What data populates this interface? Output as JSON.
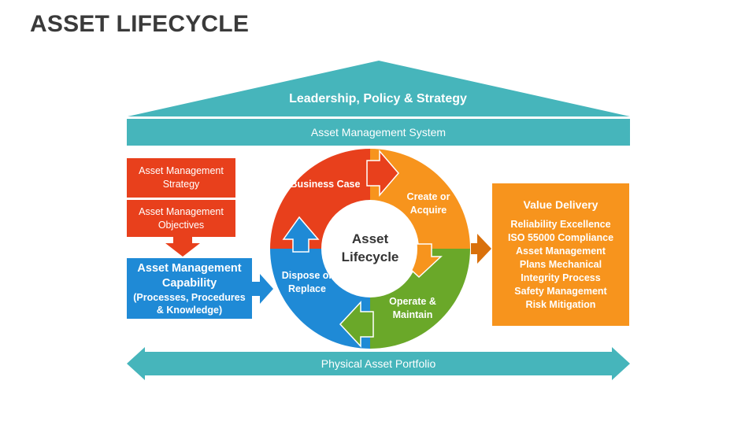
{
  "title": "ASSET LIFECYCLE",
  "roof_label": "Leadership, Policy & Strategy",
  "system_label": "Asset Management System",
  "left": {
    "strategy": "Asset Management Strategy",
    "objectives": "Asset Management Objectives",
    "capability_title": "Asset Management Capability",
    "capability_sub": "(Processes, Procedures & Knowledge)"
  },
  "cycle": {
    "center": "Asset Lifecycle",
    "segments": [
      "Business Case",
      "Create or Acquire",
      "Operate & Maintain",
      "Dispose or Replace"
    ]
  },
  "value_delivery": {
    "title": "Value Delivery",
    "items": [
      "Reliability Excellence",
      "ISO 55000 Compliance",
      "Asset Management",
      "Plans Mechanical",
      "Integrity Process",
      "Safety Management",
      "Risk Mitigation"
    ]
  },
  "portfolio_label": "Physical Asset Portfolio",
  "colors": {
    "teal": "#46b5bb",
    "red": "#e8401c",
    "orange": "#f7941d",
    "green": "#6aa829",
    "blue": "#1f8ad6",
    "title": "#3a3a3a"
  }
}
